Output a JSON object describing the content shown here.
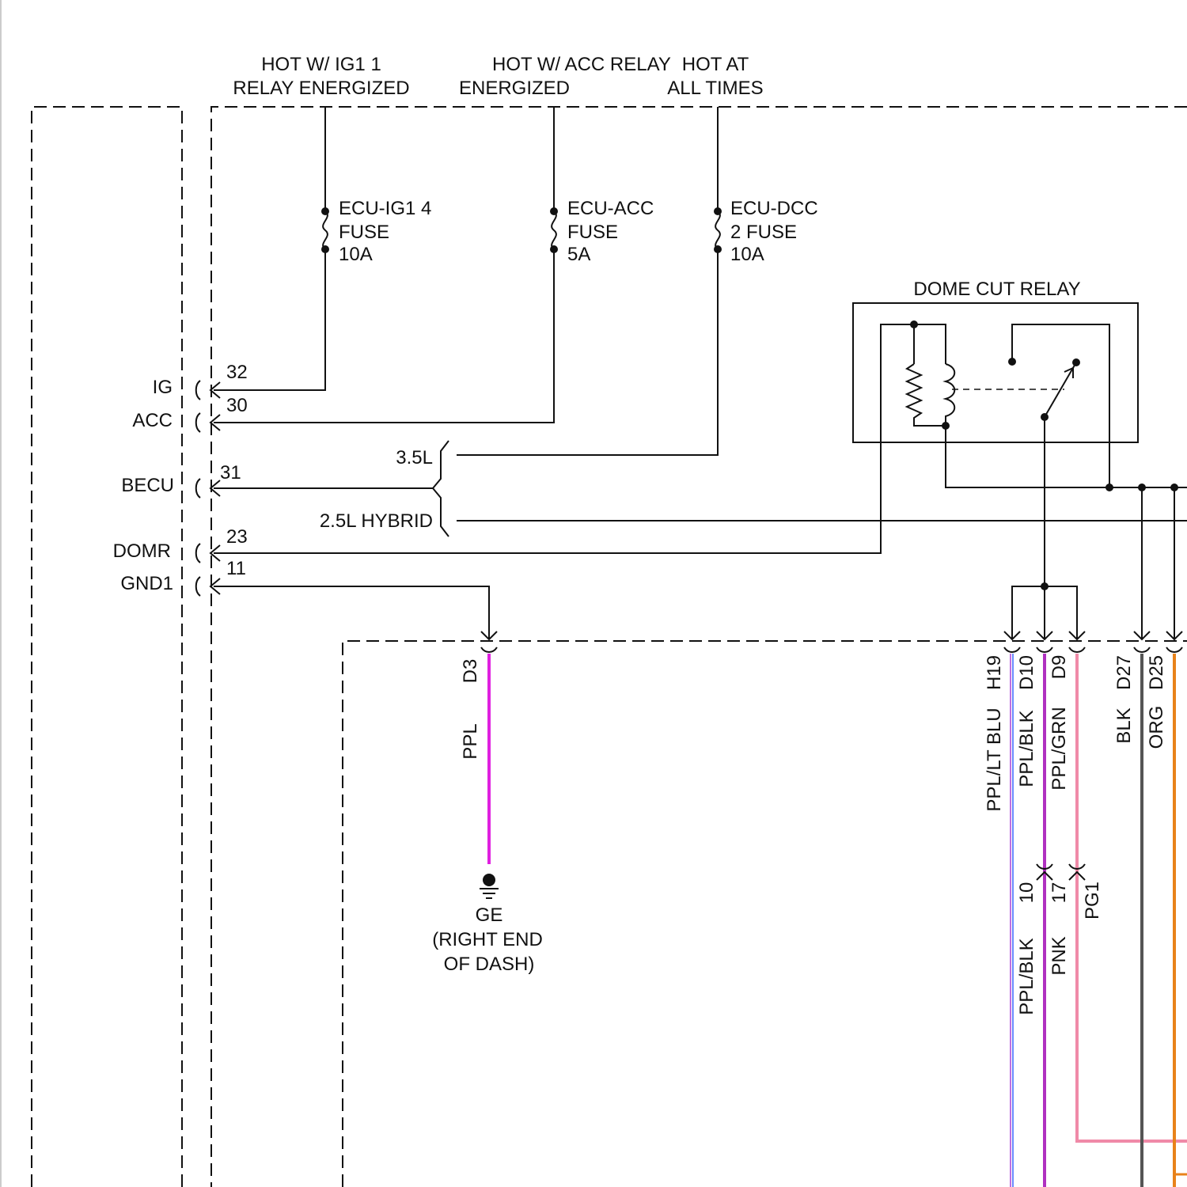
{
  "colors": {
    "ppl": "#e020e0",
    "ppl_lt_blu_a": "#c070e0",
    "ppl_lt_blu_b": "#6a8cff",
    "ppl_blk": "#b030c0",
    "ppl_grn": "#b040b0",
    "pnk": "#f08aa8",
    "blk": "#555555",
    "org": "#e8821a",
    "line": "#111111"
  },
  "sources": {
    "ig1_line1": "HOT W/ IG1 1",
    "ig1_line2": "RELAY ENERGIZED",
    "acc_line1": "HOT W/ ACC RELAY",
    "acc_line2": "ENERGIZED",
    "hot_line1": "HOT AT",
    "hot_line2": "ALL TIMES"
  },
  "fuses": {
    "ig1": [
      "ECU-IG1 4",
      "FUSE",
      "10A"
    ],
    "acc": [
      "ECU-ACC",
      "FUSE",
      "5A"
    ],
    "dcc": [
      "ECU-DCC",
      "2 FUSE",
      "10A"
    ]
  },
  "relay": {
    "title": "DOME CUT RELAY"
  },
  "ecu_terminals": [
    {
      "name": "IG",
      "pin": "32"
    },
    {
      "name": "ACC",
      "pin": "30"
    },
    {
      "name": "BECU",
      "pin": "31"
    },
    {
      "name": "DOMR",
      "pin": "23"
    },
    {
      "name": "GND1",
      "pin": "11"
    }
  ],
  "variants": {
    "a": "3.5L",
    "b": "2.5L HYBRID"
  },
  "ground": {
    "connector": "D3",
    "wire_color": "PPL",
    "name": "GE",
    "location_line1": "(RIGHT END",
    "location_line2": "OF DASH)"
  },
  "bottom_connectors": [
    {
      "pin": "H19",
      "wire": "PPL/LT BLU"
    },
    {
      "pin": "D10",
      "wire": "PPL/BLK"
    },
    {
      "pin": "D9",
      "wire": "PPL/GRN"
    },
    {
      "pin": "D27",
      "wire": "BLK"
    },
    {
      "pin": "D25",
      "wire": "ORG"
    }
  ],
  "inline_connectors": [
    {
      "pin": "10",
      "wire": "PPL/BLK"
    },
    {
      "pin": "17",
      "wire": "PNK"
    },
    {
      "pin": "PG1",
      "wire": ""
    }
  ]
}
